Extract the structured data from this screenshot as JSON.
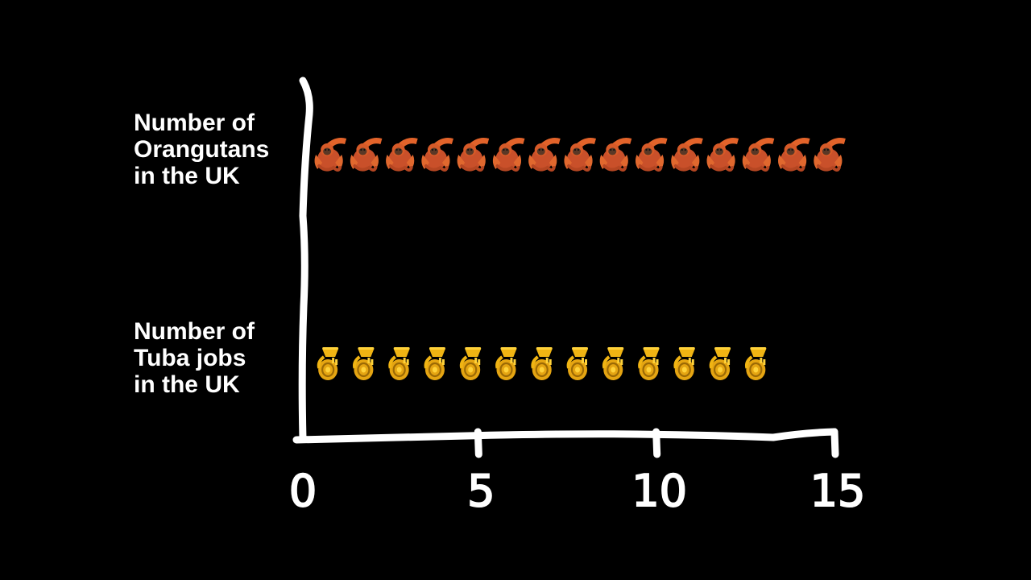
{
  "chart_data": {
    "type": "bar",
    "style": "pictograph",
    "orientation": "horizontal",
    "categories": [
      [
        "Number of",
        "Orangutans",
        "in the UK"
      ],
      [
        "Number of",
        "Tuba jobs",
        "in the UK"
      ]
    ],
    "series": [
      {
        "values": [
          15,
          13
        ]
      }
    ],
    "icons": [
      "orangutan-icon",
      "tuba-icon"
    ],
    "icon_colors": [
      "#d9581f",
      "#f0b413"
    ],
    "xticks": [
      "0",
      "5",
      "10",
      "15"
    ],
    "xlim": [
      0,
      15
    ],
    "grid": false,
    "background": "#000000",
    "foreground": "#ffffff"
  }
}
